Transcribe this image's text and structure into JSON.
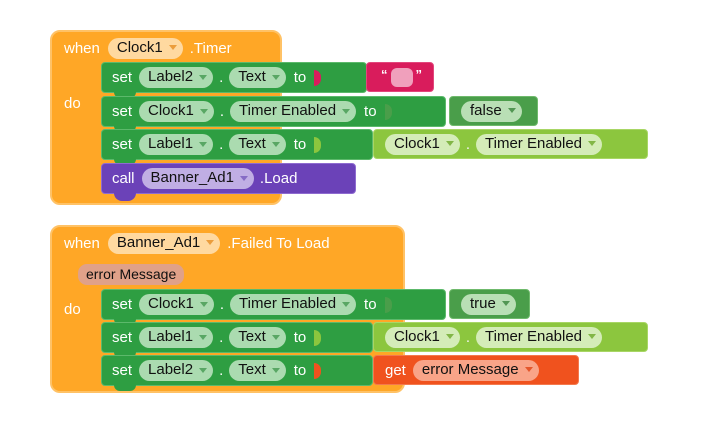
{
  "app": {
    "name": "MIT App Inventor Blocks Editor",
    "background_color": "#ffffff"
  },
  "palette": {
    "event_block": "#ffa726",
    "event_chip": "#ffd9a0",
    "setter_block": "#2e9e42",
    "setter_chip": "#abdbb0",
    "call_block": "#6b42b8",
    "call_chip": "#c0aee4",
    "logic_block": "#4a9e4a",
    "logic_chip": "#b9dfb5",
    "getter_block": "#8cc63e",
    "getter_chip": "#d4ecb8",
    "text_block": "#d91c5c",
    "text_slot": "#f0a0bc",
    "get_variable_block": "#f0521e",
    "get_variable_chip": "#f9a488",
    "parameter_chip": "#e0a189"
  },
  "blocks": [
    {
      "id": "event-clock1-timer",
      "kind": "event",
      "when_label": "when",
      "component": "Clock1",
      "event_suffix": ".Timer",
      "do_label": "do",
      "parameters": [],
      "statements": [
        {
          "id": "set-label2-text-empty",
          "kind": "setter",
          "set_label": "set",
          "component": "Label2",
          "separator": ".",
          "property": "Text",
          "to_label": "to",
          "value": {
            "kind": "text",
            "open_quote": "“",
            "close_quote": "”",
            "text": ""
          }
        },
        {
          "id": "set-clock1-timerenabled-false",
          "kind": "setter",
          "set_label": "set",
          "component": "Clock1",
          "separator": ".",
          "property": "Timer Enabled",
          "to_label": "to",
          "value": {
            "kind": "logic",
            "label": "false"
          }
        },
        {
          "id": "set-label1-text-clock1-timerenabled",
          "kind": "setter",
          "set_label": "set",
          "component": "Label1",
          "separator": ".",
          "property": "Text",
          "to_label": "to",
          "value": {
            "kind": "getter",
            "component": "Clock1",
            "separator": ".",
            "property": "Timer Enabled"
          }
        },
        {
          "id": "call-banner-ad1-load",
          "kind": "call",
          "call_label": "call",
          "component": "Banner_Ad1",
          "method_suffix": ".Load"
        }
      ]
    },
    {
      "id": "event-banner-ad1-failed-to-load",
      "kind": "event",
      "when_label": "when",
      "component": "Banner_Ad1",
      "event_suffix": ".Failed To Load",
      "do_label": "do",
      "parameters": [
        "error Message"
      ],
      "statements": [
        {
          "id": "set-clock1-timerenabled-true",
          "kind": "setter",
          "set_label": "set",
          "component": "Clock1",
          "separator": ".",
          "property": "Timer Enabled",
          "to_label": "to",
          "value": {
            "kind": "logic",
            "label": "true"
          }
        },
        {
          "id": "set-label1-text-clock1-timerenabled-2",
          "kind": "setter",
          "set_label": "set",
          "component": "Label1",
          "separator": ".",
          "property": "Text",
          "to_label": "to",
          "value": {
            "kind": "getter",
            "component": "Clock1",
            "separator": ".",
            "property": "Timer Enabled"
          }
        },
        {
          "id": "set-label2-text-get-errormessage",
          "kind": "setter",
          "set_label": "set",
          "component": "Label2",
          "separator": ".",
          "property": "Text",
          "to_label": "to",
          "value": {
            "kind": "get-variable",
            "get_label": "get",
            "variable": "error Message"
          }
        }
      ]
    }
  ]
}
